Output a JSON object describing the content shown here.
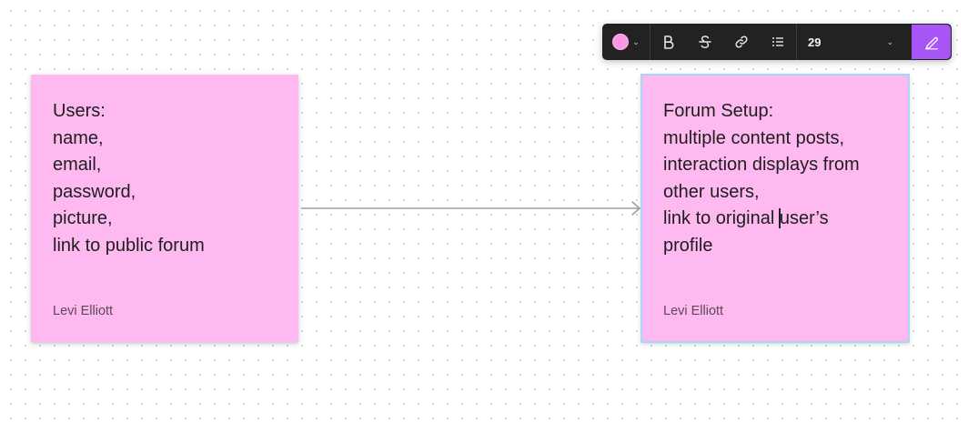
{
  "notes": {
    "left": {
      "body": "Users:\nname,\nemail,\npassword,\npicture,\nlink to public forum",
      "author": "Levi Elliott"
    },
    "right": {
      "body": "Forum Setup:\nmultiple content posts,\ninteraction displays from\nother users,\nlink to original user’s\nprofile",
      "author": "Levi Elliott"
    }
  },
  "toolbar": {
    "color": "#fd96e4",
    "color_icon": "color-swatch-icon",
    "tools": [
      "bold-icon",
      "strikethrough-icon",
      "link-icon",
      "bulleted-list-icon"
    ],
    "font_size": "29",
    "pen_icon": "pen-icon",
    "pen_color": "#a855f7"
  },
  "colors": {
    "sticky_fill": "#fdb9f0",
    "selection_outline": "#a9d7f5",
    "connector": "#a0a0a0"
  }
}
